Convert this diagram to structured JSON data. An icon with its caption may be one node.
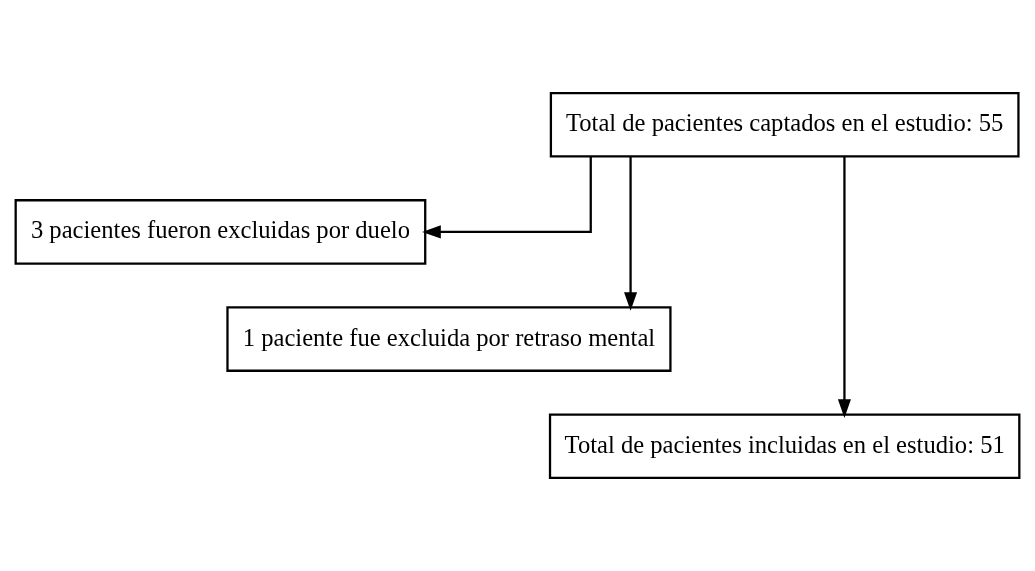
{
  "diagram": {
    "nodes": [
      {
        "text": [
          "Total de pacientes captados en el estudio: 55"
        ]
      },
      {
        "text": [
          "3 pacientes fueron excluidas por duelo"
        ]
      },
      {
        "text": [
          "1 paciente fue excluida por retraso mental"
        ]
      },
      {
        "text": [
          "Total de pacientes incluidas en el estudio: 51"
        ]
      }
    ],
    "edges": [
      {
        "from": 0,
        "to": 1,
        "arrow": "to"
      },
      {
        "from": 0,
        "to": 2,
        "arrow": "to"
      },
      {
        "from": 0,
        "to": 3,
        "arrow": "to"
      }
    ]
  }
}
